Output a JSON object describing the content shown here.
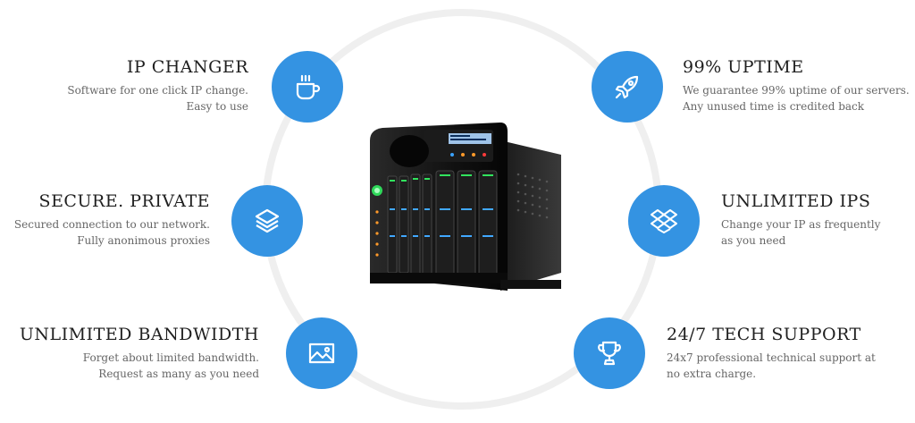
{
  "features": [
    {
      "title": "IP CHANGER",
      "line1": "Software for one click IP change.",
      "line2": "Easy to use",
      "icon": "coffee-cup-icon"
    },
    {
      "title": "SECURE. PRIVATE",
      "line1": "Secured connection to our network.",
      "line2": "Fully anonimous proxies",
      "icon": "layers-icon"
    },
    {
      "title": "UNLIMITED BANDWIDTH",
      "line1": "Forget about limited bandwidth.",
      "line2": "Request as many as you need",
      "icon": "image-icon"
    },
    {
      "title": "99% UPTIME",
      "line1": "We guarantee 99% uptime of our servers.",
      "line2": "Any unused time is credited back",
      "icon": "rocket-icon"
    },
    {
      "title": "UNLIMITED IPS",
      "line1": "Change your IP as frequently",
      "line2": "as you need",
      "icon": "dropbox-icon"
    },
    {
      "title": "24/7 TECH SUPPORT",
      "line1": "24x7 professional technical support at",
      "line2": "no extra charge.",
      "icon": "trophy-icon"
    }
  ],
  "colors": {
    "accent": "#3493e2",
    "ring": "#efefef"
  }
}
